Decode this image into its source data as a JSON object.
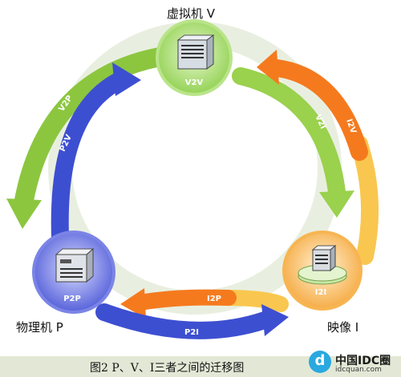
{
  "nodes": {
    "virtual": {
      "label": "虚拟机 V",
      "badge": "V2V"
    },
    "physical": {
      "label": "物理机 P",
      "badge": "P2P"
    },
    "image": {
      "label": "映像 I",
      "badge": "I2I"
    }
  },
  "arrows": {
    "v2p": "V2P",
    "p2v": "P2V",
    "v2i": "V2I",
    "i2v": "I2V",
    "i2p": "I2P",
    "p2i": "P2I"
  },
  "colors": {
    "green": "#8cc63f",
    "blue": "#3d4fd1",
    "orange": "#f57a1e",
    "yellow": "#f9c74f"
  },
  "caption": "图2 P、V、I三者之间的迁移图",
  "watermark": {
    "badge": "d",
    "name": "中国IDC圈",
    "url": "idcquan.com"
  }
}
